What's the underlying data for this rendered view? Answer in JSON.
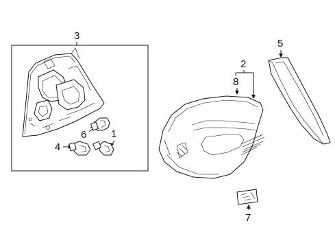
{
  "diagram": {
    "callouts": [
      {
        "id": "3",
        "text": "3"
      },
      {
        "id": "1",
        "text": "1"
      },
      {
        "id": "2",
        "text": "2"
      },
      {
        "id": "8",
        "text": "8"
      },
      {
        "id": "6",
        "text": "6"
      },
      {
        "id": "5",
        "text": "5"
      },
      {
        "id": "4",
        "text": "4"
      },
      {
        "id": "7",
        "text": "7"
      }
    ]
  }
}
